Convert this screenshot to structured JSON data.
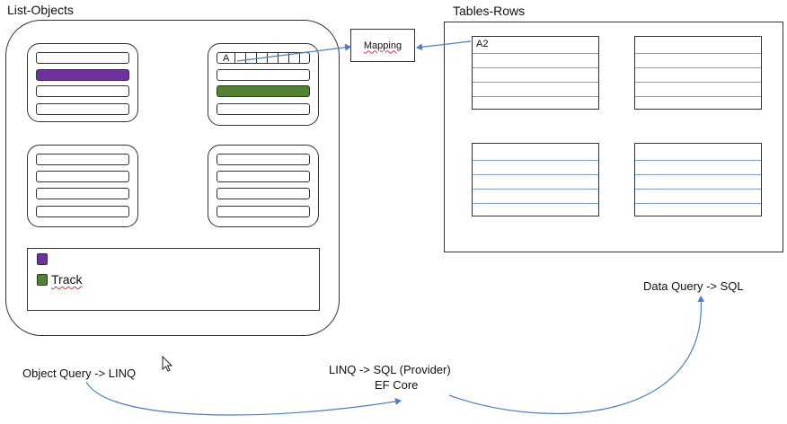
{
  "list_objects": {
    "title": "List-Objects",
    "first_field_text": "A",
    "legend": {
      "track_label": "Track"
    },
    "colors": {
      "purple": "#7030a0",
      "green": "#548235"
    }
  },
  "mapping": {
    "label": "Mapping"
  },
  "tables_rows": {
    "title": "Tables-Rows",
    "first_cell_text": "A2",
    "row_line_color": "#7f9fc7"
  },
  "queries": {
    "object_query": "Object Query -> LINQ",
    "provider_line1": "LINQ  -> SQL (Provider)",
    "provider_line2": "EF Core",
    "data_query": "Data Query -> SQL",
    "arrow_color": "#4f7fbf"
  }
}
